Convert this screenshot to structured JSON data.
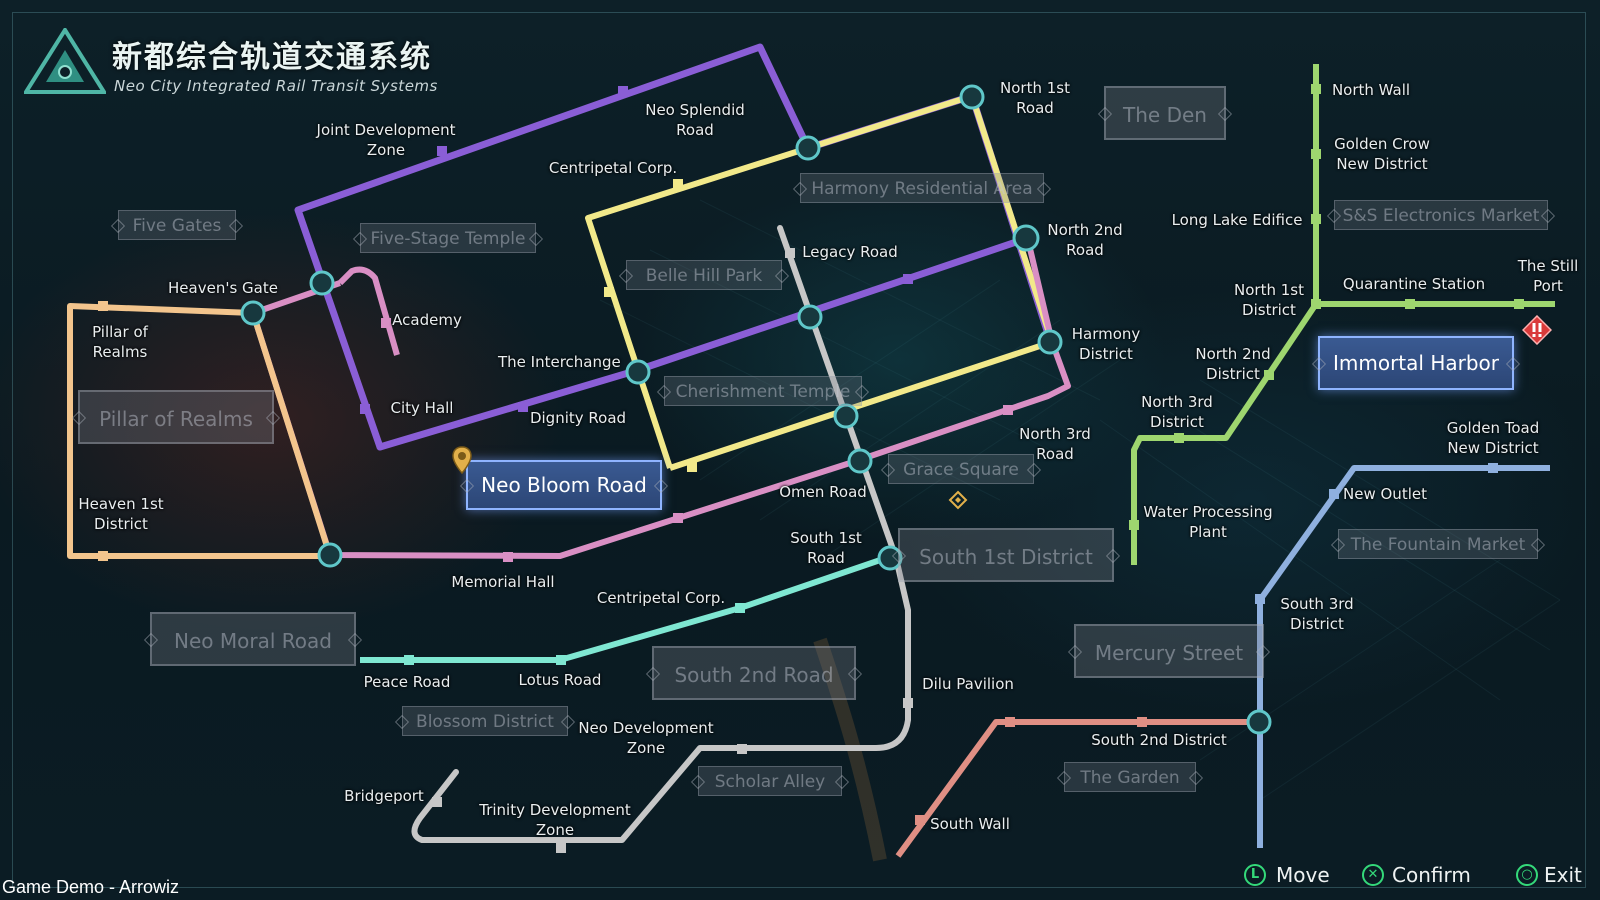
{
  "header": {
    "title_cn": "新都综合轨道交通系统",
    "title_en": "Neo City Integrated Rail Transit Systems"
  },
  "watermark": "Game Demo - Arrowiz",
  "controls": [
    {
      "icon": "L",
      "label": "Move"
    },
    {
      "icon": "✕",
      "label": "Confirm"
    },
    {
      "icon": "○",
      "label": "Exit"
    }
  ],
  "colors": {
    "purple_line": "#8a5ed6",
    "yellow_line": "#f2e98a",
    "pink_line": "#d98fc4",
    "orange_line": "#f3c58d",
    "gray_line": "#c7c7c7",
    "teal_line": "#7fe7d2",
    "green_line": "#9ed66f",
    "blue_line": "#8fb0df",
    "salmon_line": "#e08f84",
    "interchange": "#5fc7c9",
    "selected_district": "#2c4676"
  },
  "stations": [
    {
      "id": "joint-development-zone",
      "label": "Joint Development\nZone"
    },
    {
      "id": "neo-splendid-road",
      "label": "Neo Splendid\nRoad"
    },
    {
      "id": "north-1st-road",
      "label": "North 1st\nRoad"
    },
    {
      "id": "centripetal-corp-north",
      "label": "Centripetal Corp."
    },
    {
      "id": "heavens-gate",
      "label": "Heaven's Gate"
    },
    {
      "id": "pillar-of-realms",
      "label": "Pillar of\nRealms"
    },
    {
      "id": "academy",
      "label": "Academy"
    },
    {
      "id": "legacy-road",
      "label": "Legacy Road"
    },
    {
      "id": "north-2nd-road",
      "label": "North 2nd\nRoad"
    },
    {
      "id": "the-interchange",
      "label": "The Interchange"
    },
    {
      "id": "harmony-district",
      "label": "Harmony\nDistrict"
    },
    {
      "id": "city-hall",
      "label": "City Hall"
    },
    {
      "id": "dignity-road",
      "label": "Dignity Road"
    },
    {
      "id": "north-3rd-road",
      "label": "North 3rd\nRoad"
    },
    {
      "id": "omen-road",
      "label": "Omen Road"
    },
    {
      "id": "heaven-1st-district",
      "label": "Heaven 1st\nDistrict"
    },
    {
      "id": "south-1st-road",
      "label": "South 1st\nRoad"
    },
    {
      "id": "memorial-hall",
      "label": "Memorial Hall"
    },
    {
      "id": "centripetal-corp-south",
      "label": "Centripetal Corp."
    },
    {
      "id": "peace-road",
      "label": "Peace Road"
    },
    {
      "id": "lotus-road",
      "label": "Lotus Road"
    },
    {
      "id": "dilu-pavilion",
      "label": "Dilu Pavilion"
    },
    {
      "id": "neo-development-zone",
      "label": "Neo Development\nZone"
    },
    {
      "id": "bridgeport",
      "label": "Bridgeport"
    },
    {
      "id": "trinity-development-zone",
      "label": "Trinity Development\nZone"
    },
    {
      "id": "north-wall",
      "label": "North Wall"
    },
    {
      "id": "golden-crow",
      "label": "Golden Crow\nNew District"
    },
    {
      "id": "long-lake-edifice",
      "label": "Long Lake Edifice"
    },
    {
      "id": "north-1st-district",
      "label": "North 1st\nDistrict"
    },
    {
      "id": "quarantine-station",
      "label": "Quarantine Station"
    },
    {
      "id": "the-still-port",
      "label": "The Still\nPort"
    },
    {
      "id": "north-2nd-district",
      "label": "North 2nd\nDistrict"
    },
    {
      "id": "north-3rd-district",
      "label": "North 3rd\nDistrict"
    },
    {
      "id": "golden-toad",
      "label": "Golden Toad\nNew District"
    },
    {
      "id": "new-outlet",
      "label": "New Outlet"
    },
    {
      "id": "water-processing-plant",
      "label": "Water Processing\nPlant"
    },
    {
      "id": "south-3rd-district",
      "label": "South 3rd\nDistrict"
    },
    {
      "id": "south-2nd-district",
      "label": "South 2nd District"
    },
    {
      "id": "south-wall",
      "label": "South Wall"
    }
  ],
  "districts": [
    {
      "id": "the-den",
      "label": "The Den"
    },
    {
      "id": "harmony-residential-area",
      "label": "Harmony Residential Area"
    },
    {
      "id": "five-gates",
      "label": "Five Gates"
    },
    {
      "id": "five-stage-temple",
      "label": "Five-Stage Temple"
    },
    {
      "id": "belle-hill-park",
      "label": "Belle Hill Park"
    },
    {
      "id": "ss-electronics-market",
      "label": "S&S Electronics Market"
    },
    {
      "id": "pillar-of-realms-area",
      "label": "Pillar of Realms"
    },
    {
      "id": "cherishment-temple",
      "label": "Cherishment Temple"
    },
    {
      "id": "immortal-harbor",
      "label": "Immortal Harbor",
      "selected": true
    },
    {
      "id": "neo-bloom-road",
      "label": "Neo Bloom Road",
      "selected": true
    },
    {
      "id": "grace-square",
      "label": "Grace Square"
    },
    {
      "id": "south-1st-district-area",
      "label": "South 1st District"
    },
    {
      "id": "the-fountain-market",
      "label": "The Fountain Market"
    },
    {
      "id": "neo-moral-road",
      "label": "Neo Moral Road"
    },
    {
      "id": "mercury-street",
      "label": "Mercury Street"
    },
    {
      "id": "south-2nd-road",
      "label": "South 2nd Road"
    },
    {
      "id": "blossom-district",
      "label": "Blossom District"
    },
    {
      "id": "scholar-alley",
      "label": "Scholar Alley"
    },
    {
      "id": "the-garden",
      "label": "The Garden"
    }
  ]
}
